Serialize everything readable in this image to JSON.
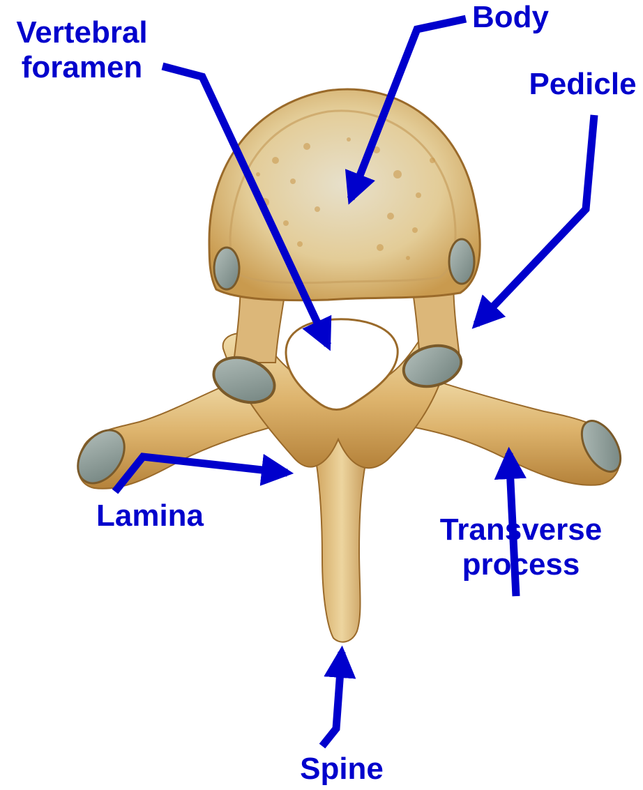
{
  "diagram": {
    "labels": {
      "vertebral_foramen_line1": "Vertebral",
      "vertebral_foramen_line2": "foramen",
      "body": "Body",
      "pedicle": "Pedicle",
      "lamina": "Lamina",
      "transverse_process_line1": "Transverse",
      "transverse_process_line2": "process",
      "spine": "Spine"
    },
    "colors": {
      "label_text": "#0000cc",
      "arrow": "#0000cc",
      "bone": "#e2c690",
      "bone_shadow": "#a8762e",
      "bone_light": "#f2e2ba",
      "facet": "#8a9a96",
      "background": "#ffffff"
    }
  }
}
